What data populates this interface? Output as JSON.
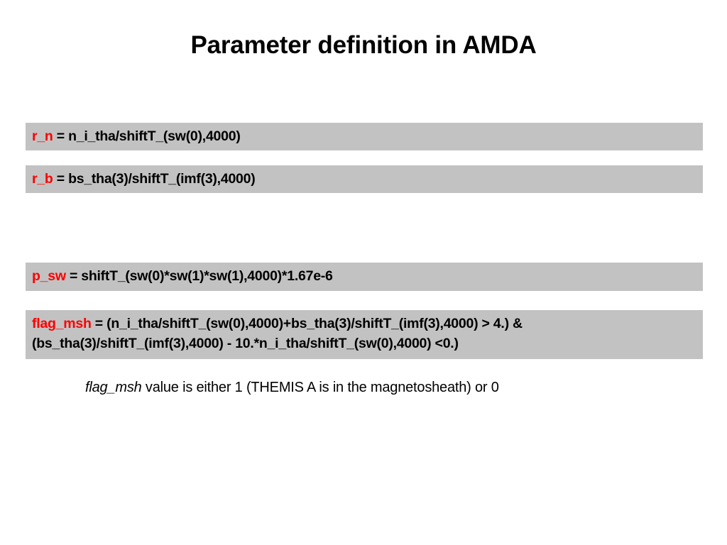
{
  "slide": {
    "title": "Parameter definition in AMDA",
    "background_color": "#ffffff",
    "box_color": "#c2c2c2",
    "name_color": "#ff0000",
    "text_color": "#000000"
  },
  "parameters": [
    {
      "name": "r_n",
      "expression": " = n_i_tha/shiftT_(sw(0),4000)",
      "lines": [
        "r_n = n_i_tha/shiftT_(sw(0),4000)"
      ]
    },
    {
      "name": "r_b",
      "expression": " = bs_tha(3)/shiftT_(imf(3),4000)",
      "lines": [
        "r_b = bs_tha(3)/shiftT_(imf(3),4000)"
      ]
    },
    {
      "name": "p_sw",
      "expression": " = shiftT_(sw(0)*sw(1)*sw(1),4000)*1.67e-6",
      "lines": [
        "p_sw = shiftT_(sw(0)*sw(1)*sw(1),4000)*1.67e-6"
      ]
    },
    {
      "name": "flag_msh",
      "expression_line1": " = (n_i_tha/shiftT_(sw(0),4000)+bs_tha(3)/shiftT_(imf(3),4000) > 4.) &",
      "expression_line2": "(bs_tha(3)/shiftT_(imf(3),4000) - 10.*n_i_tha/shiftT_(sw(0),4000) <0.)",
      "lines": [
        "flag_msh = (n_i_tha/shiftT_(sw(0),4000)+bs_tha(3)/shiftT_(imf(3),4000) > 4.) &",
        "(bs_tha(3)/shiftT_(imf(3),4000) - 10.*n_i_tha/shiftT_(sw(0),4000) <0.)"
      ]
    }
  ],
  "caption": {
    "emphasis": "flag_msh",
    "rest": " value is either 1 (THEMIS A is in the magnetosheath) or 0",
    "full": "flag_msh value is either 1 (THEMIS A is in the magnetosheath) or 0"
  }
}
